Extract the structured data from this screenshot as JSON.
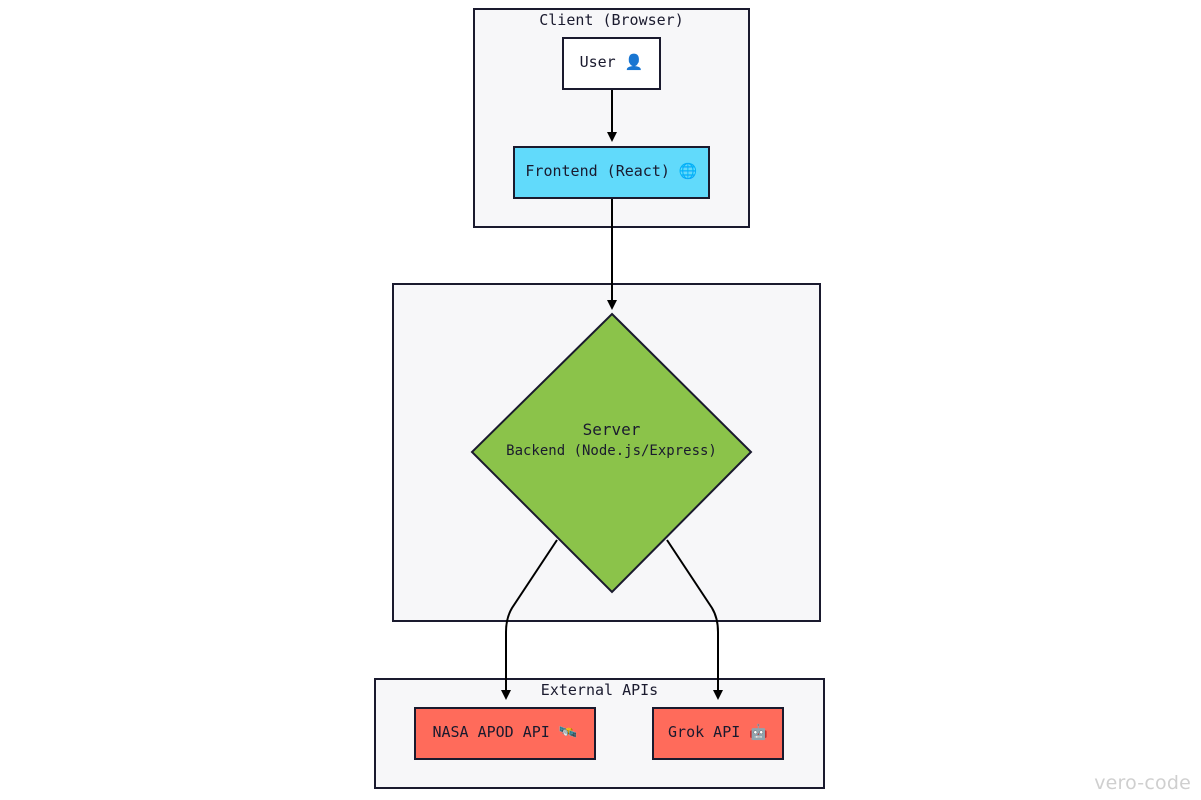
{
  "groups": {
    "client": {
      "title": "Client (Browser)"
    },
    "server": {
      "title": ""
    },
    "external": {
      "title": "External APIs"
    }
  },
  "nodes": {
    "user": {
      "label": "User 👤"
    },
    "frontend": {
      "label": "Frontend (React) 🌐",
      "color": "#61dafb"
    },
    "server": {
      "title": "Server",
      "subtitle": "Backend (Node.js/Express)",
      "color": "#8bc34a"
    },
    "nasa": {
      "label": "NASA APOD API 🛰️",
      "color": "#ff6b5b"
    },
    "grok": {
      "label": "Grok API 🤖",
      "color": "#ff6b5b"
    }
  },
  "edges": [
    {
      "from": "user",
      "to": "frontend"
    },
    {
      "from": "frontend",
      "to": "server"
    },
    {
      "from": "server",
      "to": "nasa"
    },
    {
      "from": "server",
      "to": "grok"
    }
  ],
  "colors": {
    "group_fill": "#f7f7f9",
    "stroke": "#1a1a2e",
    "watermark": "#cfcfcf"
  },
  "watermark": "vero-code"
}
